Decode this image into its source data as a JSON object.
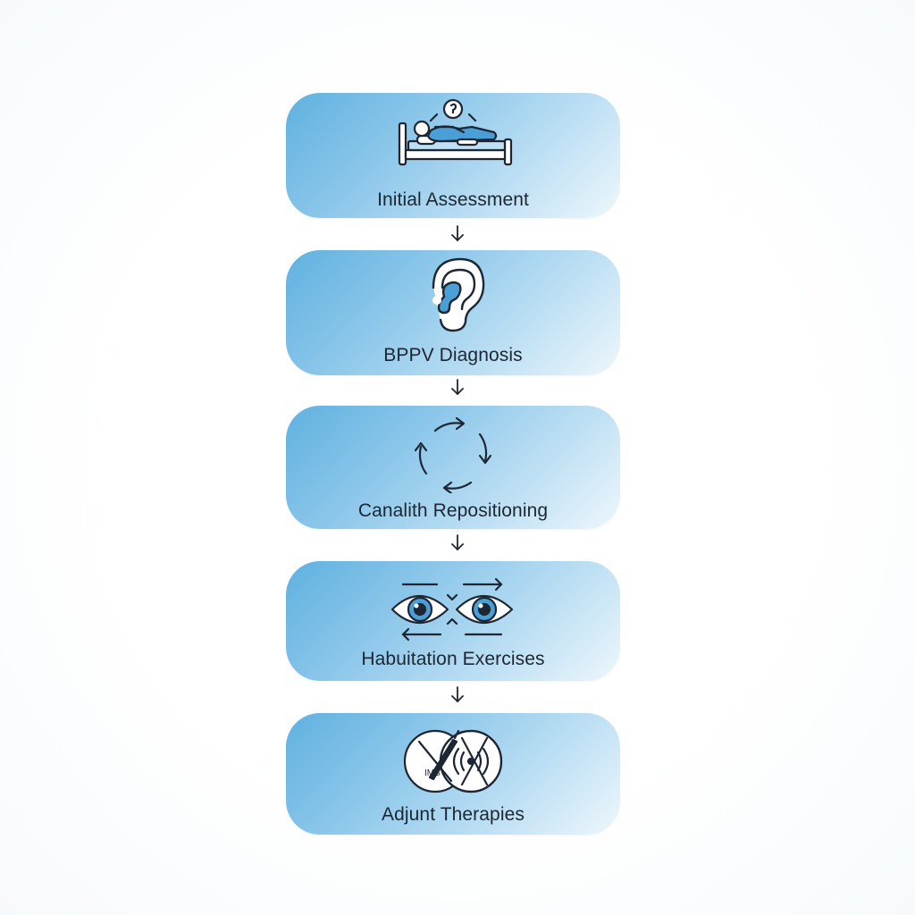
{
  "steps": [
    {
      "label": "Initial Assessment",
      "icon": "patient-in-bed-icon"
    },
    {
      "label": "BPPV Diagnosis",
      "icon": "ear-icon"
    },
    {
      "label": "Canalith Repositioning",
      "icon": "circular-arrows-icon"
    },
    {
      "label": "Habuitation Exercises",
      "icon": "eyes-tracking-icon"
    },
    {
      "label": "Adjunt Therapies",
      "icon": "ims-therapy-icon"
    }
  ],
  "adjunct_badge": "IMS",
  "colors": {
    "box_start": "#5fb1e0",
    "box_end": "#eef7fc",
    "icon_stroke": "#1d2733",
    "icon_fill": "#4a9fd6"
  }
}
